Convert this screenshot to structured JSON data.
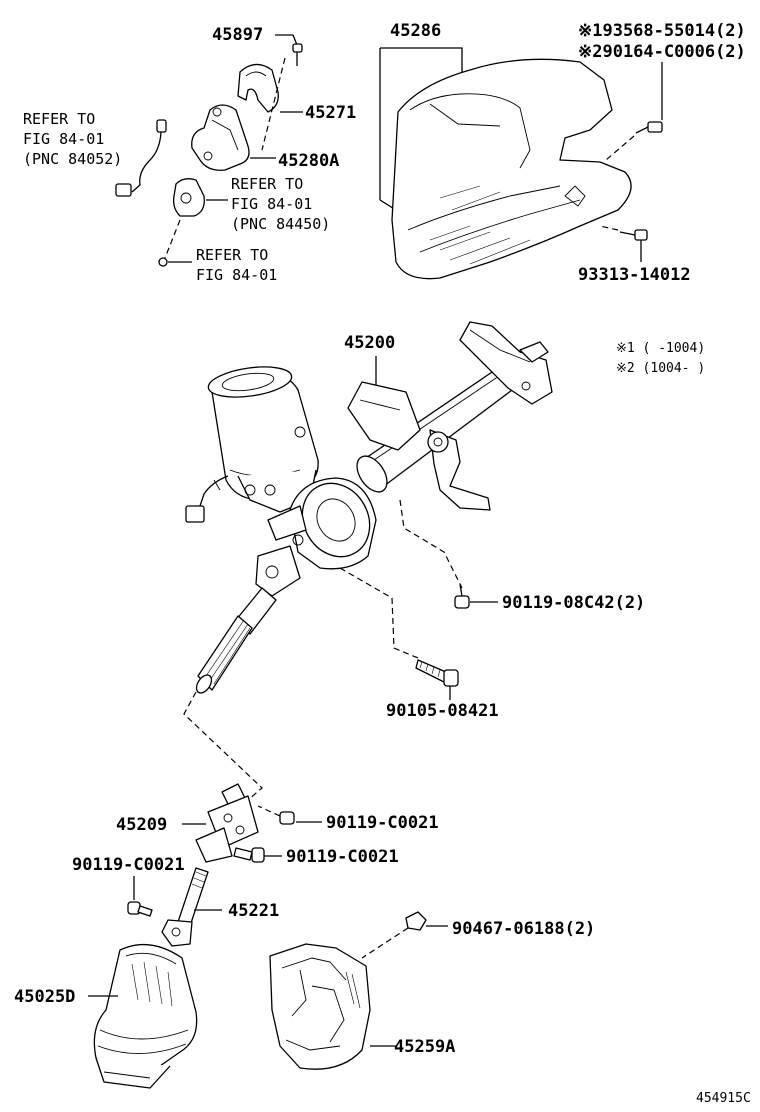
{
  "labels": {
    "p45897": "45897",
    "p45286": "45286",
    "note1_part": "※193568-55014(2)",
    "note2_part": "※290164-C0006(2)",
    "p45271": "45271",
    "p45280A": "45280A",
    "ref1_line1": "REFER TO",
    "ref1_line2": "FIG 84-01",
    "ref1_line3": "(PNC 84052)",
    "ref2_line1": "REFER TO",
    "ref2_line2": "FIG 84-01",
    "ref2_line3": "(PNC 84450)",
    "ref3_line1": "REFER TO",
    "ref3_line2": "FIG 84-01",
    "p93313": "93313-14012",
    "p45200": "45200",
    "legend1": "※1 (    -1004)",
    "legend2": "※2 (1004-    )",
    "p90119_08C42": "90119-08C42(2)",
    "p90105": "90105-08421",
    "p45209": "45209",
    "p90119_C0021_a": "90119-C0021",
    "p90119_C0021_b": "90119-C0021",
    "p90119_C0021_c": "90119-C0021",
    "p45221": "45221",
    "p90467": "90467-06188(2)",
    "p45025D": "45025D",
    "p45259A": "45259A",
    "figure_id": "454915C"
  }
}
